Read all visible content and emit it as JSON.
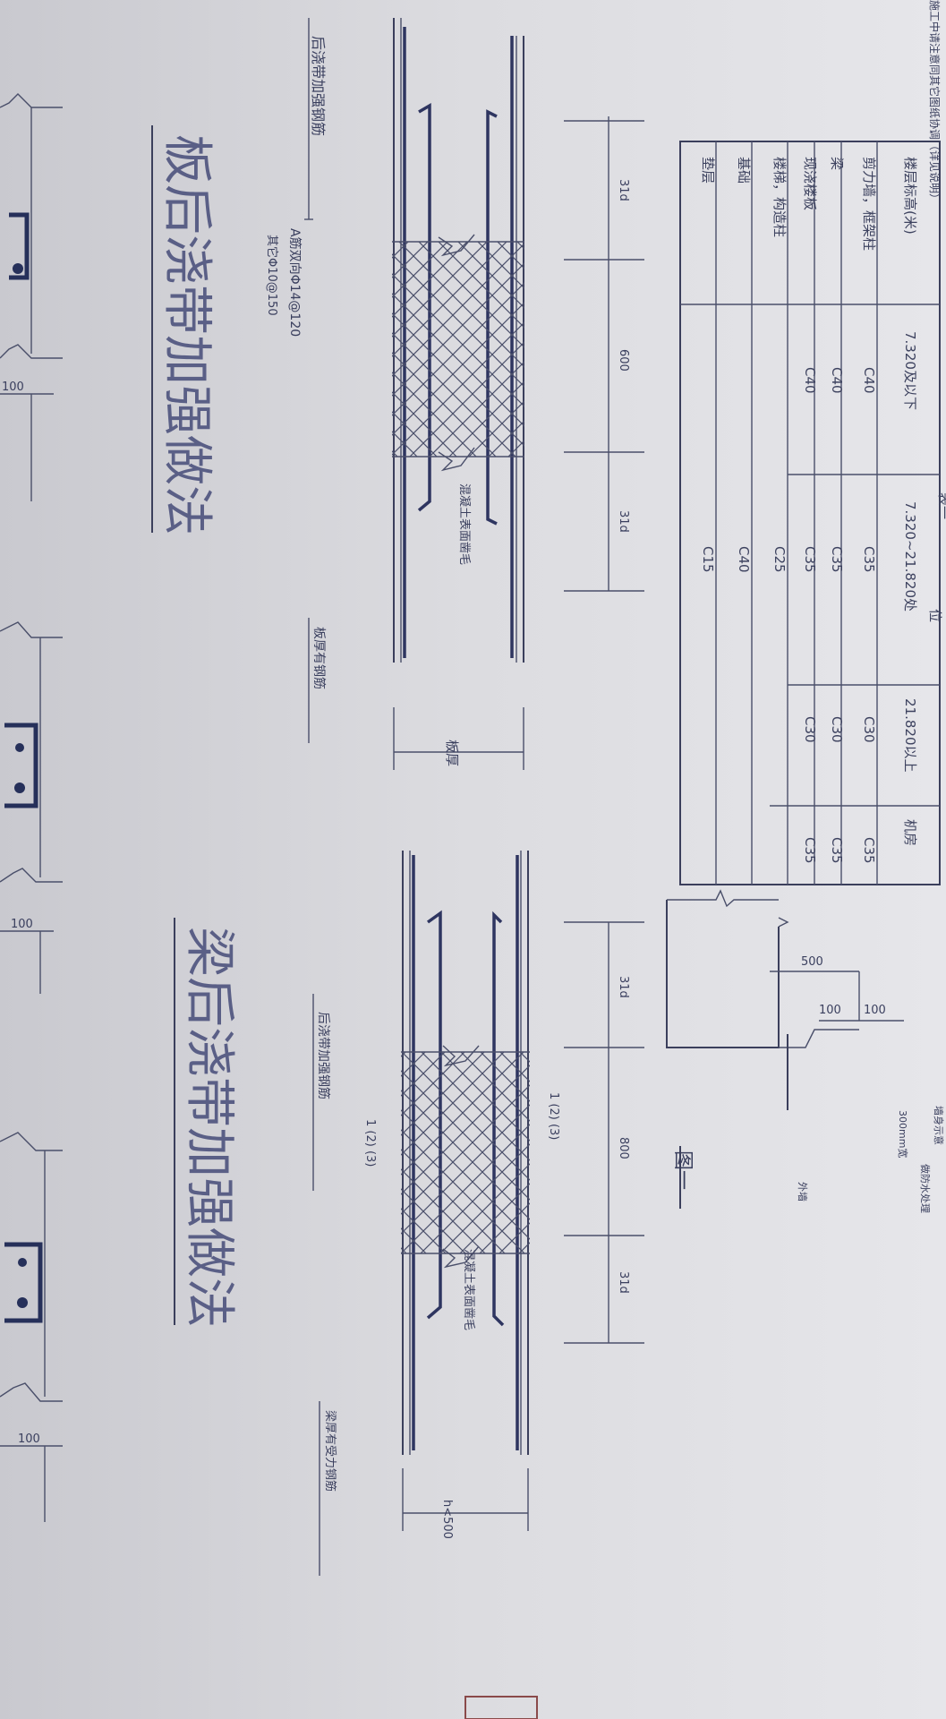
{
  "header_text": "施工中请注意同其它图纸协调（详见说明）",
  "table": {
    "caption": "表一",
    "rows": [
      [
        "楼层标高(米)",
        "7.320及以下",
        "7.320~21.820处",
        "21.820以上",
        "机房"
      ],
      [
        "剪力墙，框架柱",
        "C40",
        "C35",
        "C30",
        "C35"
      ],
      [
        "梁",
        "C40",
        "C35",
        "C30",
        "C35"
      ],
      [
        "现浇楼板",
        "C40",
        "C35",
        "C30",
        "C35"
      ],
      [
        "楼梯，构造柱",
        "",
        "C25",
        "",
        ""
      ],
      [
        "基础",
        "",
        "C40",
        "",
        ""
      ],
      [
        "垫层",
        "",
        "C15",
        "",
        ""
      ]
    ],
    "col_header": "位"
  },
  "slab_detail": {
    "title": "板后浇带加强做法",
    "label_rebar": "后浇带加强钢筋",
    "label_rebar_spec1": "A筋双向Φ14@120",
    "label_rebar_spec2": "其它Φ10@150",
    "label_roughen": "混凝土表面凿毛",
    "label_thickness": "板厚",
    "label_same_as_slab": "板厚有钢筋",
    "dim_31d_top": "31d",
    "dim_600": "600",
    "dim_31d_bottom": "31d"
  },
  "beam_detail": {
    "title": "梁后浇带加强做法",
    "label_rebar": "后浇带加强钢筋",
    "label_roughen": "混凝土表面凿毛",
    "label_force_rebar": "梁厚有受力钢筋",
    "dim_31d_top": "31d",
    "dim_800": "800",
    "dim_31d_bottom": "31d",
    "dim_h": "h<500",
    "section_a": "1 (2) (3)",
    "section_b": "1 (2) (3)"
  },
  "figure_one": {
    "label": "图一",
    "dim_500": "500",
    "dim_100a": "100",
    "dim_100b": "100",
    "note_width": "300mm宽",
    "note_top": "做防水处理",
    "note_bottom": "墙身示意",
    "note_outer": "外墙"
  },
  "left_strip": {
    "dim_100_1": "100",
    "dim_100_2": "100",
    "dim_100_3": "100"
  }
}
